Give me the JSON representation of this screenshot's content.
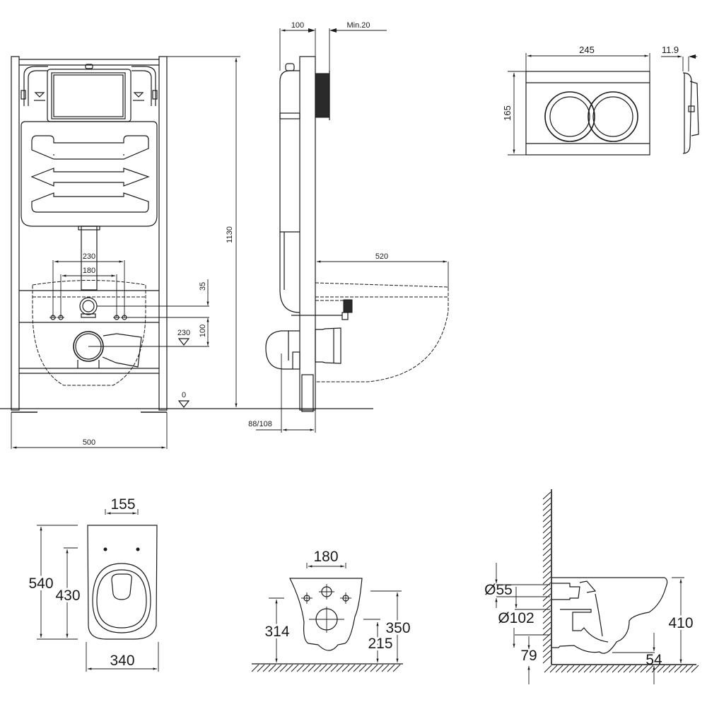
{
  "title": "Wall-hung toilet installation frame technical drawing",
  "views": {
    "frame_front": {
      "height_label": "1130",
      "width_label": "500",
      "bolt_outer_label": "230",
      "bolt_inner_label": "180",
      "offset_top_label": "35",
      "offset_mid_label": "100",
      "outlet_level_label": "230",
      "floor_level_label": "0"
    },
    "frame_side": {
      "depth_label": "100",
      "min_label": "Min.20",
      "bowl_depth_label": "520",
      "outlet_label": "88/108"
    },
    "flush_plate": {
      "width_label": "245",
      "height_label": "165",
      "thickness_label": "11.9"
    },
    "bowl_top": {
      "bolt_spacing_label": "155",
      "length_label": "540",
      "inner_length_label": "430",
      "width_label": "340"
    },
    "bowl_back": {
      "bolt_spacing_label": "180",
      "bolt_height_label": "314",
      "outlet_height_label": "215",
      "top_height_label": "350"
    },
    "bowl_side": {
      "inlet_dia_label": "Ø55",
      "outlet_dia_label": "Ø102",
      "outlet_height_label": "79",
      "bottom_clearance_label": "54",
      "total_height_label": "410"
    }
  }
}
